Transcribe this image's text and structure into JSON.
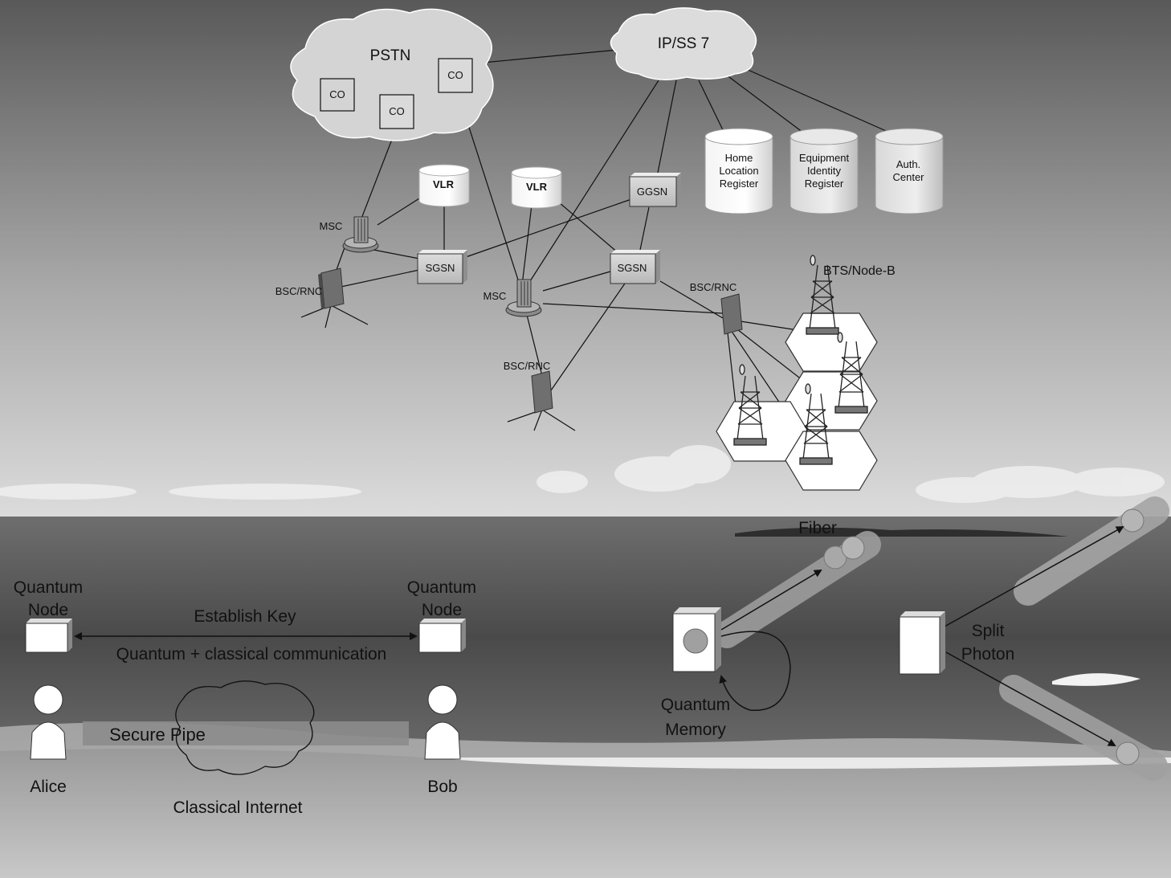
{
  "network": {
    "pstn": "PSTN",
    "ipss7": "IP/SS 7",
    "co": "CO",
    "vlr": "VLR",
    "msc": "MSC",
    "bsc": "BSC/RNC",
    "sgsn": "SGSN",
    "ggsn": "GGSN",
    "hlr": [
      "Home",
      "Location",
      "Register"
    ],
    "eir": [
      "Equipment",
      "Identity",
      "Register"
    ],
    "auc": [
      "Auth.",
      "Center"
    ],
    "bts": "BTS/Node-B"
  },
  "quantum": {
    "node_a": [
      "Quantum",
      "Node"
    ],
    "node_b": [
      "Quantum",
      "Node"
    ],
    "establish_key": "Establish Key",
    "channel": "Quantum + classical communication",
    "secure_pipe": "Secure Pipe",
    "internet": "Classical Internet",
    "alice": "Alice",
    "bob": "Bob",
    "fiber": "Fiber",
    "memory": [
      "Quantum",
      "Memory"
    ],
    "split": [
      "Split",
      "Photon"
    ]
  },
  "colors": {
    "sky_top": "#5c5c5c",
    "sky_bottom": "#d4d4d4",
    "sea": "#5a5a5a",
    "sand": "#a9a9a9"
  }
}
